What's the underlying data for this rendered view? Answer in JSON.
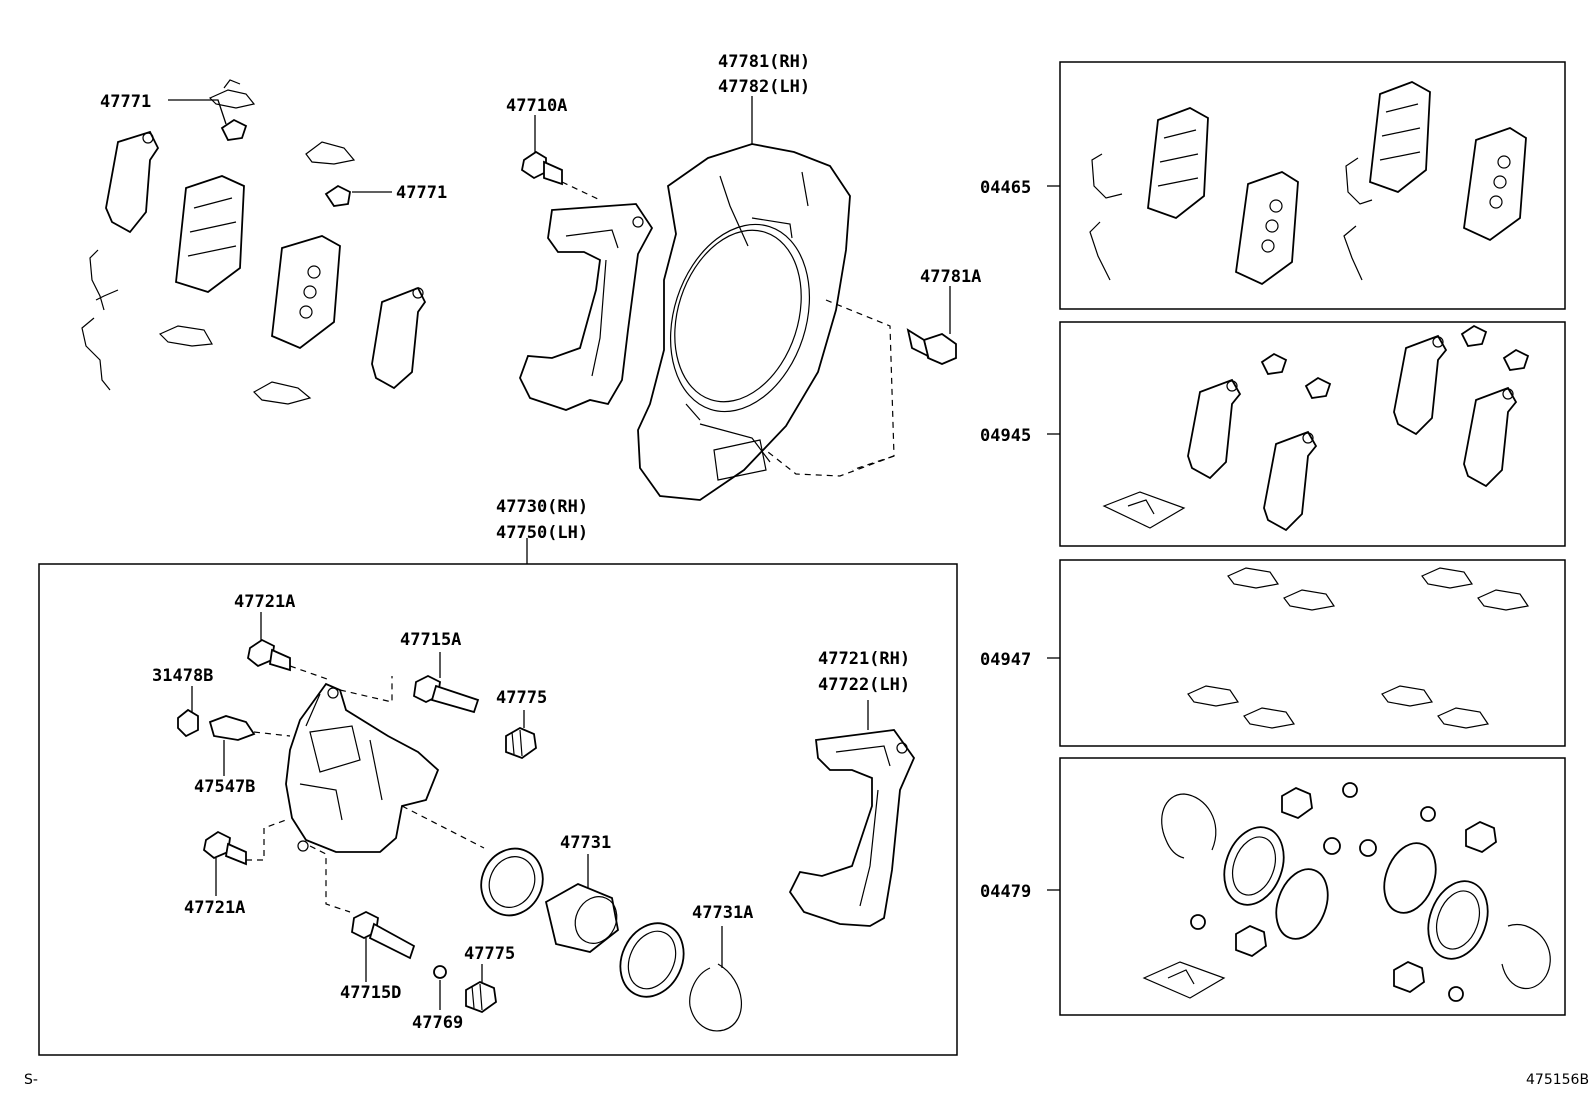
{
  "labels": {
    "l47771a": "47771",
    "l47771b": "47771",
    "l47710A": "47710A",
    "l47781rh": "47781(RH)",
    "l47782lh": "47782(LH)",
    "l47781A": "47781A",
    "l47730rh": "47730(RH)",
    "l47750lh": "47750(LH)",
    "l47721Aa": "47721A",
    "l47715A": "47715A",
    "l31478B": "31478B",
    "l47775a": "47775",
    "l47547B": "47547B",
    "l47721Ab": "47721A",
    "l47731": "47731",
    "l47731A": "47731A",
    "l47775b": "47775",
    "l47715D": "47715D",
    "l47769": "47769",
    "l47721rh": "47721(RH)",
    "l47722lh": "47722(LH)",
    "l04465": "04465",
    "l04945": "04945",
    "l04947": "04947",
    "l04479": "04479"
  },
  "corner_left": "S-",
  "corner_right": "475156B"
}
